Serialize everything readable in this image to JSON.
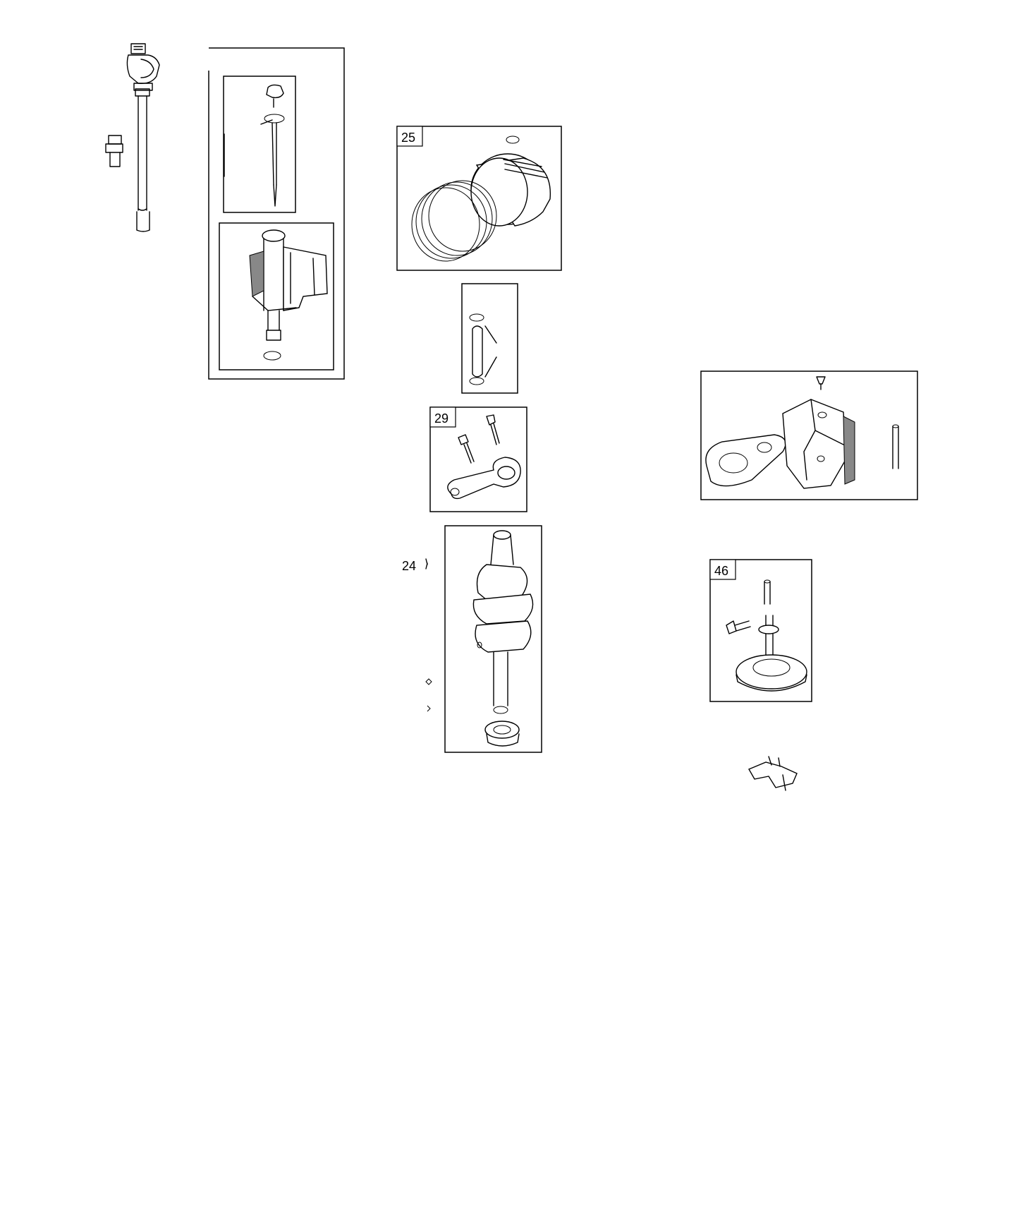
{
  "labels": {
    "piston_kit": "25",
    "connecting_rod": "29",
    "crankshaft_key": "24",
    "camshaft": "46"
  }
}
